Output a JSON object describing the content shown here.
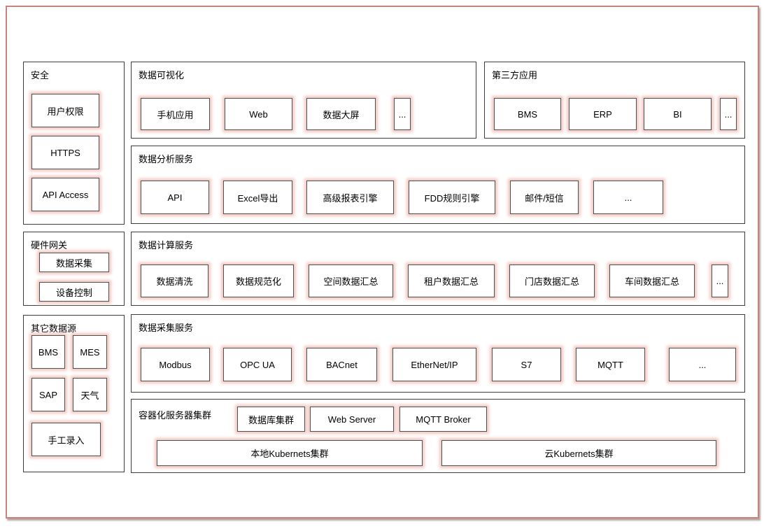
{
  "diagram": {
    "colors": {
      "frame_border": "#c9837b",
      "panel_border": "#3c3c3c",
      "box_border": "#4f4f4f",
      "box_glow": "#f2c9c3",
      "background": "#ffffff",
      "text": "#000000"
    },
    "security": {
      "title": "安全",
      "items": [
        "用户权限",
        "HTTPS",
        "API Access"
      ]
    },
    "visualization": {
      "title": "数据可视化",
      "items": [
        "手机应用",
        "Web",
        "数据大屏",
        "..."
      ]
    },
    "third_party": {
      "title": "第三方应用",
      "items": [
        "BMS",
        "ERP",
        "BI",
        "..."
      ]
    },
    "analysis": {
      "title": "数据分析服务",
      "items": [
        "API",
        "Excel导出",
        "高级报表引擎",
        "FDD规则引擎",
        "邮件/短信",
        "..."
      ]
    },
    "gateway": {
      "title": "硬件网关",
      "items": [
        "数据采集",
        "设备控制"
      ]
    },
    "compute": {
      "title": "数据计算服务",
      "items": [
        "数据清洗",
        "数据规范化",
        "空间数据汇总",
        "租户数据汇总",
        "门店数据汇总",
        "车间数据汇总",
        "..."
      ]
    },
    "other_sources": {
      "title": "其它数据源",
      "items": [
        "BMS",
        "MES",
        "SAP",
        "天气",
        "手工录入"
      ]
    },
    "collection": {
      "title": "数据采集服务",
      "items": [
        "Modbus",
        "OPC UA",
        "BACnet",
        "EtherNet/IP",
        "S7",
        "MQTT",
        "..."
      ]
    },
    "cluster": {
      "title": "容器化服务器集群",
      "services": [
        "数据库集群",
        "Web Server",
        "MQTT Broker"
      ],
      "kubernetes": [
        "本地Kubernets集群",
        "云Kubernets集群"
      ]
    }
  }
}
